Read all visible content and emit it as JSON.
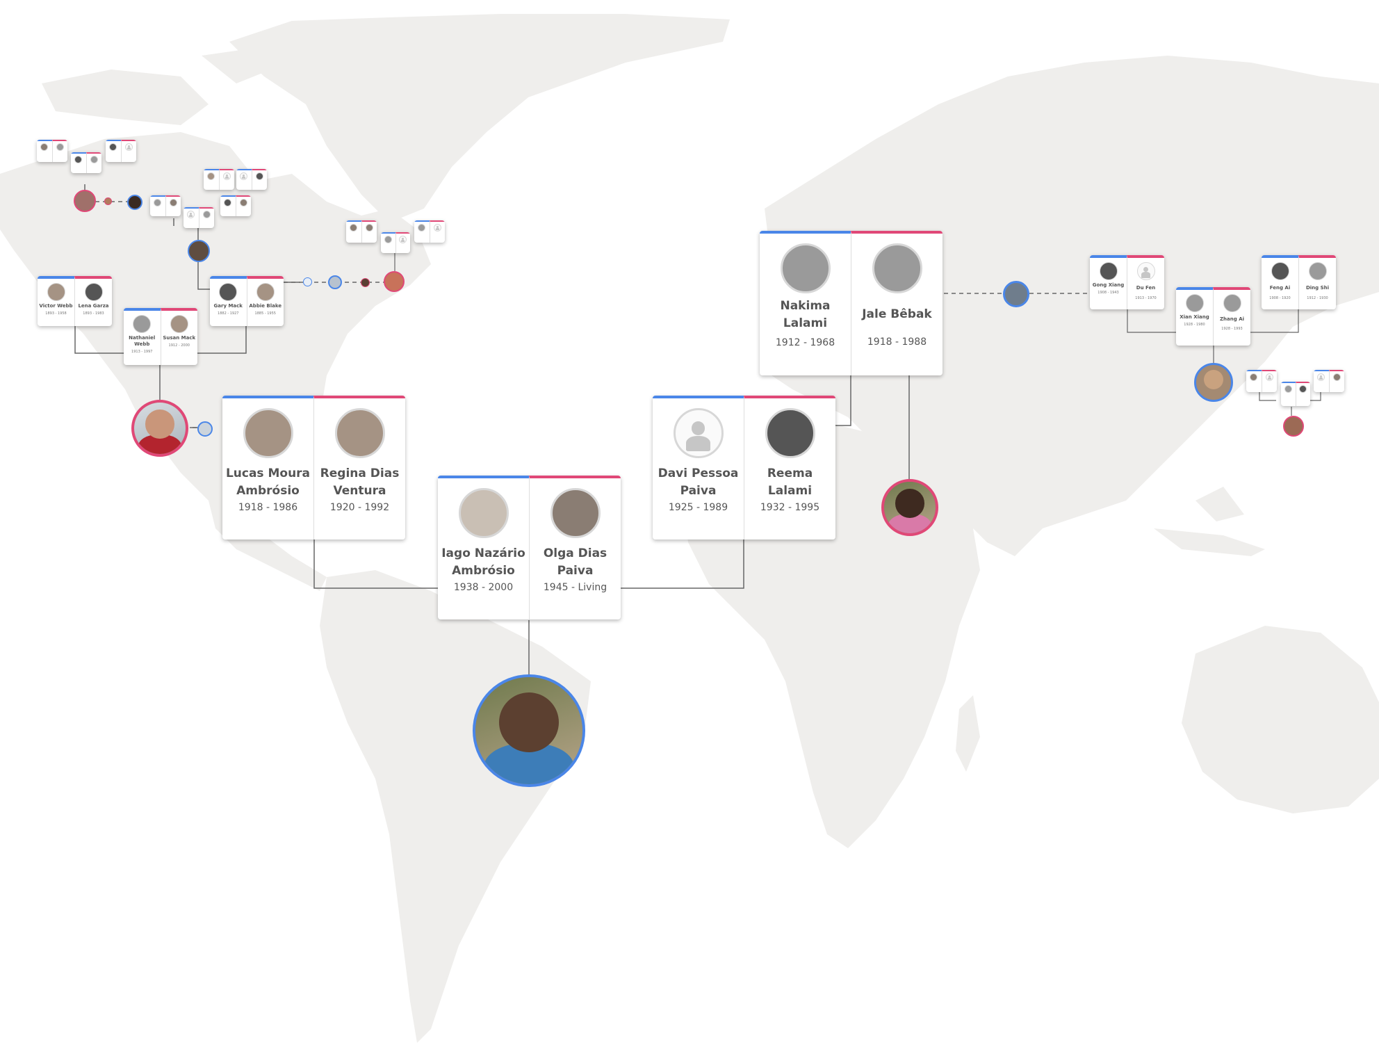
{
  "colors": {
    "male": "#4a86e8",
    "female": "#e04877",
    "connector": "#666666",
    "map": "#efeeec"
  },
  "root": {
    "name": "",
    "icon": "root-person-photo"
  },
  "main": {
    "parents": [
      {
        "name": "Iago Nazário Ambrósio",
        "dates": "1938 - 2000",
        "gender": "male"
      },
      {
        "name": "Olga Dias Paiva",
        "dates": "1945 - Living",
        "gender": "female"
      }
    ],
    "paternal": [
      {
        "name": "Lucas Moura Ambrósio",
        "dates": "1918 - 1986",
        "gender": "male"
      },
      {
        "name": "Regina Dias Ventura",
        "dates": "1920 - 1992",
        "gender": "female"
      }
    ],
    "maternal": [
      {
        "name": "Davi Pessoa Paiva",
        "dates": "1925 - 1989",
        "gender": "male"
      },
      {
        "name": "Reema Lalami",
        "dates": "1932 - 1995",
        "gender": "female"
      }
    ],
    "lalami": [
      {
        "name": "Nakima Lalami",
        "dates": "1912 - 1968",
        "gender": "male"
      },
      {
        "name": "Jale Bêbak",
        "dates": "1918 - 1988",
        "gender": "female"
      }
    ]
  },
  "americas": {
    "webb_parents": [
      {
        "name": "Victor Webb",
        "dates": "1893 - 1958"
      },
      {
        "name": "Lena Garza",
        "dates": "1893 - 1983"
      }
    ],
    "webb": [
      {
        "name": "Nathaniel Webb",
        "dates": "1913 - 1997"
      },
      {
        "name": "Susan Mack",
        "dates": "1912 - 2000"
      }
    ],
    "mack": [
      {
        "name": "Gary Mack",
        "dates": "1882 - 1927"
      },
      {
        "name": "Abbie Blake",
        "dates": "1885 - 1955"
      }
    ]
  },
  "asia": {
    "xiang_parents": [
      {
        "name": "Gong Xiang",
        "dates": "1908 - 1943"
      },
      {
        "name": "Du Fen",
        "dates": "1913 - 1970"
      }
    ],
    "ai_parents": [
      {
        "name": "Feng Ai",
        "dates": "1908 - 1920"
      },
      {
        "name": "Ding Shi",
        "dates": "1912 - 1930"
      }
    ],
    "xiang": [
      {
        "name": "Xian Xiang",
        "dates": "1928 - 1980"
      },
      {
        "name": "Zhang Ai",
        "dates": "1928 - 1993"
      }
    ]
  }
}
